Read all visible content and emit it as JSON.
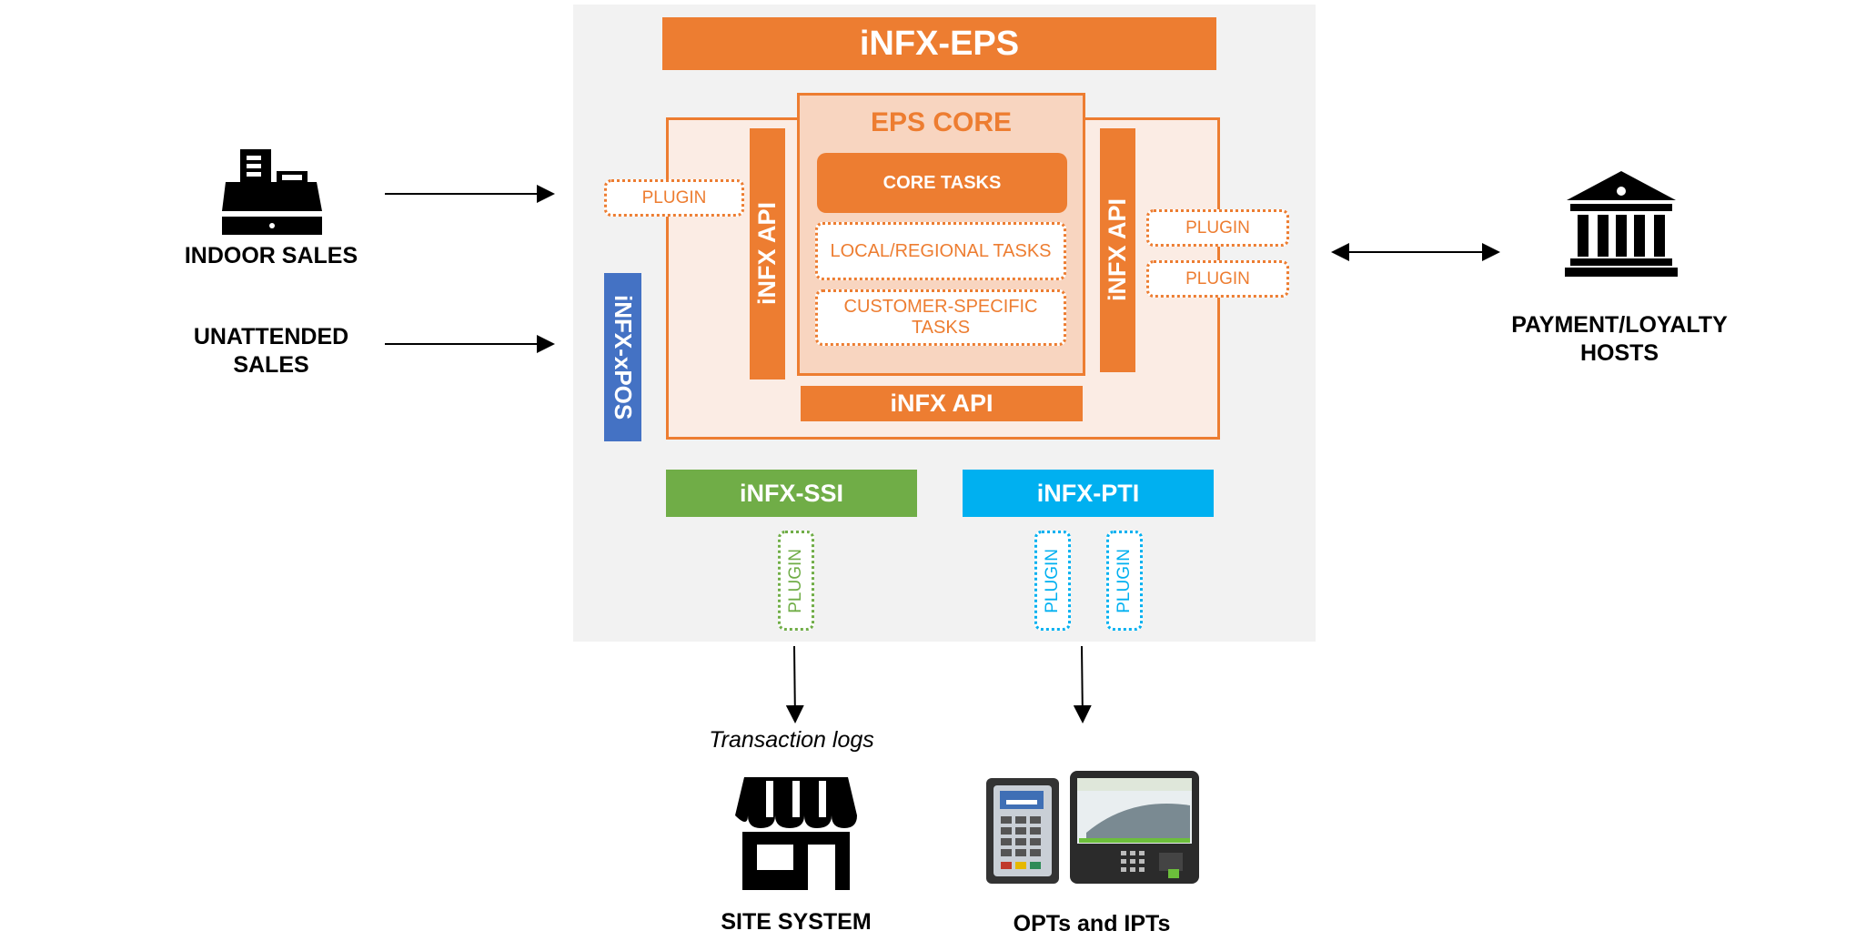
{
  "diagram": {
    "title": "iNFX-EPS",
    "core_title": "EPS CORE",
    "core_tasks": "CORE TASKS",
    "local_tasks": "LOCAL/REGIONAL TASKS",
    "customer_tasks": "CUSTOMER-SPECIFIC TASKS",
    "api_left": "iNFX API",
    "api_right": "iNFX API",
    "api_bottom": "iNFX API",
    "xpos": "iNFX-xPOS",
    "ssi": "iNFX-SSI",
    "pti": "iNFX-PTI",
    "plugin_left": "PLUGIN",
    "plugin_right_1": "PLUGIN",
    "plugin_right_2": "PLUGIN",
    "plugin_ssi": "PLUGIN",
    "plugin_pti_1": "PLUGIN",
    "plugin_pti_2": "PLUGIN"
  },
  "external": {
    "indoor_sales": "INDOOR SALES",
    "unattended_sales_line1": "UNATTENDED",
    "unattended_sales_line2": "SALES",
    "payment_line1": "PAYMENT/LOYALTY",
    "payment_line2": "HOSTS",
    "transaction_logs": "Transaction logs",
    "site_system": "SITE SYSTEM",
    "opts_ipts": "OPTs and IPTs"
  },
  "colors": {
    "orange": "#ed7d31",
    "light_orange_bg": "#fbece4",
    "core_bg": "#f8d5c0",
    "gray_bg": "#f2f2f2",
    "green": "#70ad47",
    "cyan": "#00b0f0",
    "blue": "#4472c4"
  },
  "icons": [
    "cash-register-icon",
    "bank-icon",
    "storefront-icon",
    "payment-terminal-icon"
  ]
}
